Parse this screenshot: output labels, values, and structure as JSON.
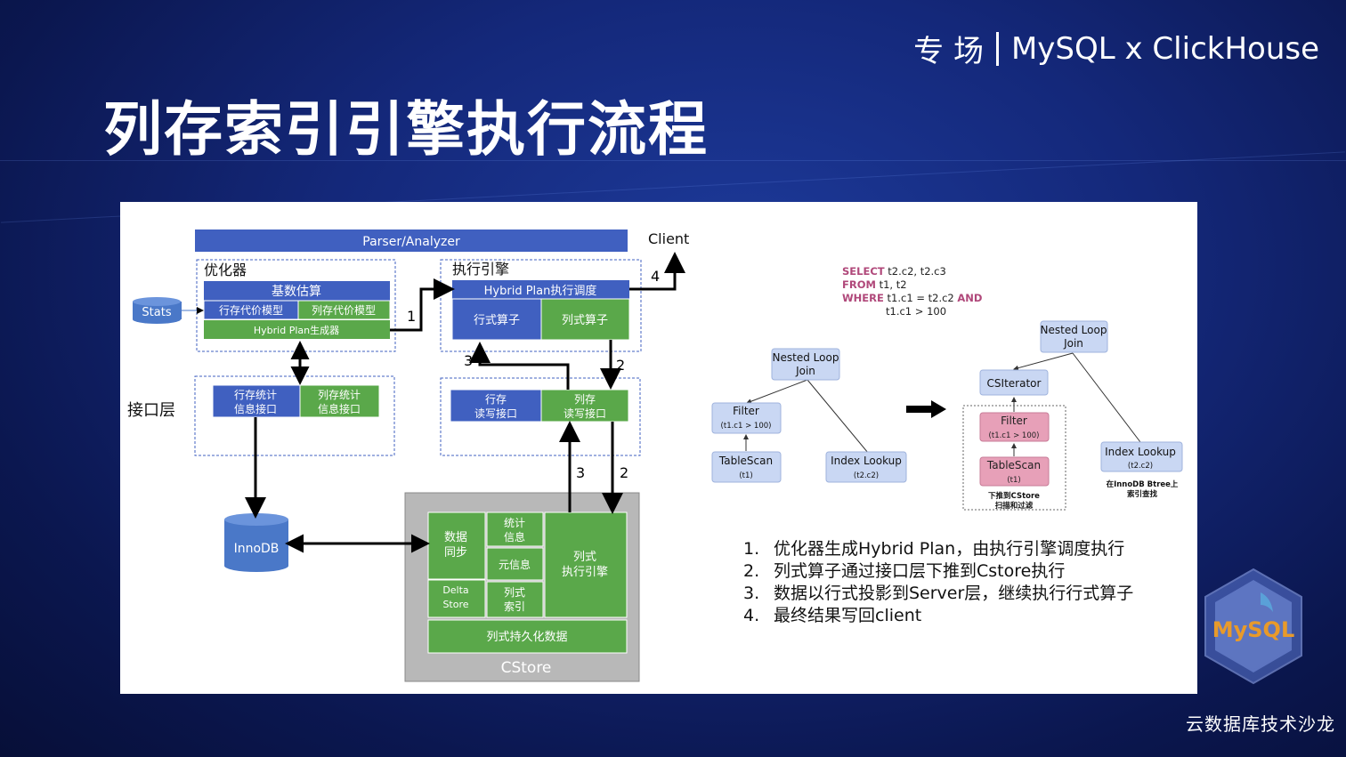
{
  "header": {
    "session_label": "专 场",
    "event_name": "MySQL x ClickHouse"
  },
  "title": "列存索引引擎执行流程",
  "footer": "云数据库技术沙龙",
  "badge": {
    "text": "MySQL"
  },
  "arch": {
    "parser": "Parser/Analyzer",
    "client": "Client",
    "stats": "Stats",
    "optimizer": "优化器",
    "cost_estimate": "基数估算",
    "row_cost_model": "行存代价模型",
    "col_cost_model": "列存代价模型",
    "hybrid_generator": "Hybrid Plan生成器",
    "executor": "执行引擎",
    "hybrid_scheduler": "Hybrid Plan执行调度",
    "row_operator": "行式算子",
    "col_operator": "列式算子",
    "interface_layer": "接口层",
    "row_stats_iface": [
      "行存统计",
      "信息接口"
    ],
    "col_stats_iface": [
      "列存统计",
      "信息接口"
    ],
    "row_rw_iface": [
      "行存",
      "读写接口"
    ],
    "col_rw_iface": [
      "列存",
      "读写接口"
    ],
    "innodb": "InnoDB",
    "data_sync": [
      "数据",
      "同步"
    ],
    "stat_info": [
      "统计",
      "信息"
    ],
    "meta_info": "元信息",
    "delta_store": [
      "Delta",
      "Store"
    ],
    "col_index": [
      "列式",
      "索引"
    ],
    "col_exec_engine": [
      "列式",
      "执行引擎"
    ],
    "col_persist": "列式持久化数据",
    "cstore": "CStore",
    "arrow_labels": [
      "1",
      "2",
      "3",
      "4",
      "3",
      "2"
    ]
  },
  "sql": {
    "line1_kw": "SELECT",
    "line1_rest": " t2.c2, t2.c3",
    "line2_kw": "FROM",
    "line2_rest": " t1, t2",
    "line3_kw": "WHERE",
    "line3_rest": " t1.c1 = t2.c2 ",
    "line3_kw2": "AND",
    "line4": "t1.c1 > 100"
  },
  "plan_left": {
    "nlj": [
      "Nested Loop",
      "Join"
    ],
    "filter": [
      "Filter",
      "(t1.c1 > 100)"
    ],
    "tablescan": [
      "TableScan",
      "(t1)"
    ],
    "index_lookup": [
      "Index Lookup",
      "(t2.c2)"
    ]
  },
  "plan_right": {
    "nlj": [
      "Nested Loop",
      "Join"
    ],
    "csiterator": "CSIterator",
    "filter": [
      "Filter",
      "(t1.c1 > 100)"
    ],
    "tablescan": [
      "TableScan",
      "(t1)"
    ],
    "pushdown_note": [
      "下推到CStore",
      "扫描和过滤"
    ],
    "index_lookup": [
      "Index Lookup",
      "(t2.c2)"
    ],
    "innodb_note": [
      "在InnoDB Btree上",
      "索引查找"
    ]
  },
  "steps": [
    {
      "num": "1.",
      "text": "优化器生成Hybrid Plan，由执行引擎调度执行"
    },
    {
      "num": "2.",
      "text": "列式算子通过接口层下推到Cstore执行"
    },
    {
      "num": "3.",
      "text": "数据以行式投影到Server层，继续执行行式算子"
    },
    {
      "num": "4.",
      "text": "最终结果写回client"
    }
  ],
  "colors": {
    "blue_box": "#4060c0",
    "green_box": "#5aa84a",
    "gray_box": "#b8b8b8",
    "node_blue": "#c9d7f3",
    "node_pink": "#e7a0b8",
    "sql_keyword": "#b0487a"
  }
}
